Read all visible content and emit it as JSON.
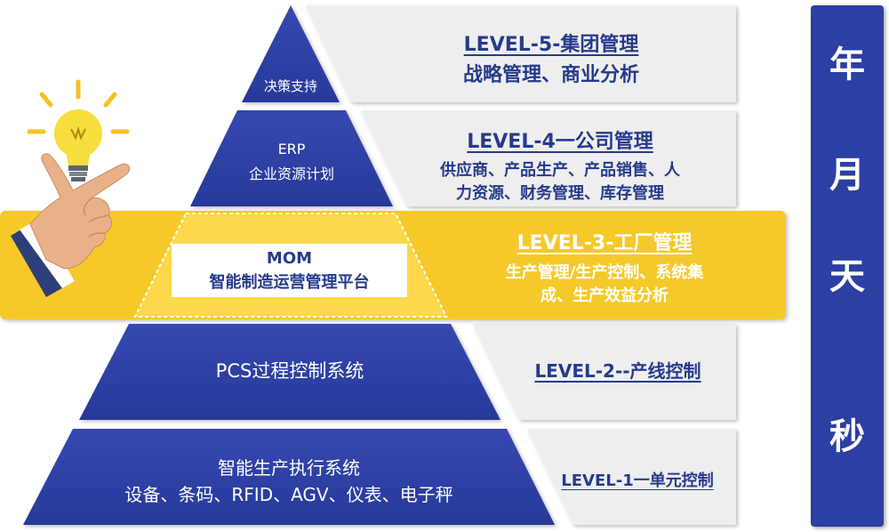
{
  "levels": [
    {
      "tier_line1": "决策支持",
      "level_title": "LEVEL-5-集团管理",
      "desc": [
        "战略管理、商业分析"
      ]
    },
    {
      "tier_line1": "ERP",
      "tier_line2": "企业资源计划",
      "level_title": "LEVEL-4一公司管理",
      "desc": [
        "供应商、产品生产、产品销售、人",
        "力资源、财务管理、库存管理"
      ]
    },
    {
      "tier_line1": "MOM",
      "tier_line2": "智能制造运营管理平台",
      "level_title": "LEVEL-3-工厂管理",
      "desc": [
        "生产管理/生产控制、系统集",
        "成、生产效益分析"
      ]
    },
    {
      "tier_line1": "PCS过程控制系统",
      "level_title": "LEVEL-2--产线控制"
    },
    {
      "tier_line1": "智能生产执行系统",
      "tier_line2": "设备、条码、RFID、AGV、仪表、电子秤",
      "level_title": "LEVEL-1一单元控制"
    }
  ],
  "side_bar": {
    "chars": [
      "年",
      "月",
      "天",
      "秒"
    ]
  },
  "colors": {
    "pyramid_blue": "#2c3fa3",
    "highlight_yellow": "#f6c92c",
    "panel_grey": "#eeeeee",
    "title_blue": "#263a8c"
  }
}
